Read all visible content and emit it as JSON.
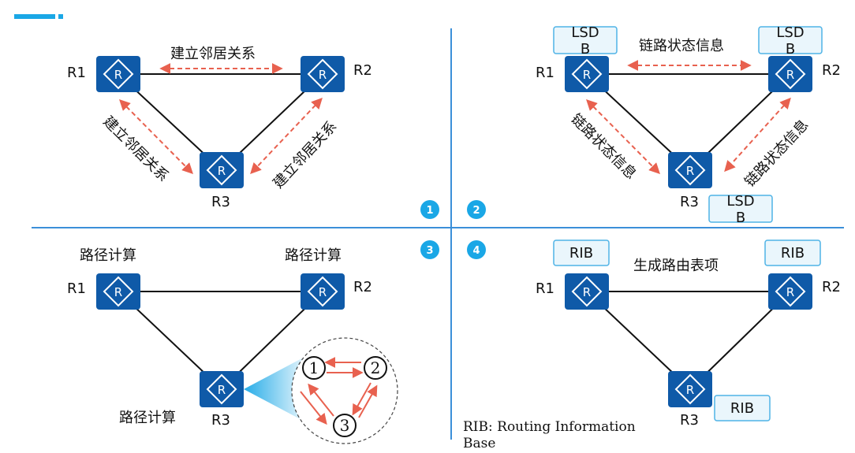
{
  "colors": {
    "router": "#0f5aa8",
    "accent": "#e8614f",
    "badge": "#1aa7e6",
    "divider": "#3b8fd9",
    "box_border": "#4fb3e6",
    "box_fill": "#eaf6fc"
  },
  "icon": "router-icon",
  "badges": [
    "1",
    "2",
    "3",
    "4"
  ],
  "q1": {
    "routers": [
      "R1",
      "R2",
      "R3"
    ],
    "top_label": "建立邻居关系",
    "left_label": "建立邻居关系",
    "right_label": "建立邻居关系"
  },
  "q2": {
    "routers": [
      "R1",
      "R2",
      "R3"
    ],
    "lsdb_line1": "LSD",
    "lsdb_line2": "B",
    "top_label": "链路状态信息",
    "left_label": "链路状态信息",
    "right_label": "链路状态信息"
  },
  "q3": {
    "routers": [
      "R1",
      "R2",
      "R3"
    ],
    "calc_r1": "路径计算",
    "calc_r2": "路径计算",
    "calc_r3": "路径计算",
    "circle_nums": [
      "1",
      "2",
      "3"
    ]
  },
  "q4": {
    "routers": [
      "R1",
      "R2",
      "R3"
    ],
    "rib": "RIB",
    "top_label": "生成路由表项",
    "note_line1": "RIB: Routing Information",
    "note_line2": "Base"
  }
}
